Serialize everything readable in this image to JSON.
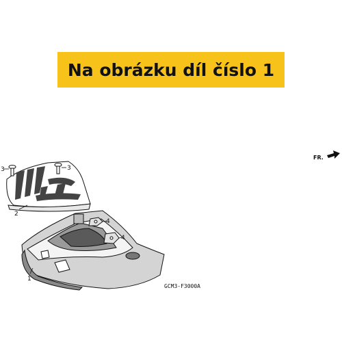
{
  "banner": {
    "text": "Na obrázku díl číslo 1",
    "color": "#f7c31a"
  },
  "callouts": [
    {
      "id": "1",
      "text": "1"
    },
    {
      "id": "2",
      "text": "2"
    },
    {
      "id": "3a",
      "text": "3"
    },
    {
      "id": "3b",
      "text": "3"
    },
    {
      "id": "4a",
      "text": "4"
    },
    {
      "id": "4b",
      "text": "4"
    }
  ],
  "direction": {
    "text": "FR."
  },
  "diagram_code": "GCM3-F3000A"
}
